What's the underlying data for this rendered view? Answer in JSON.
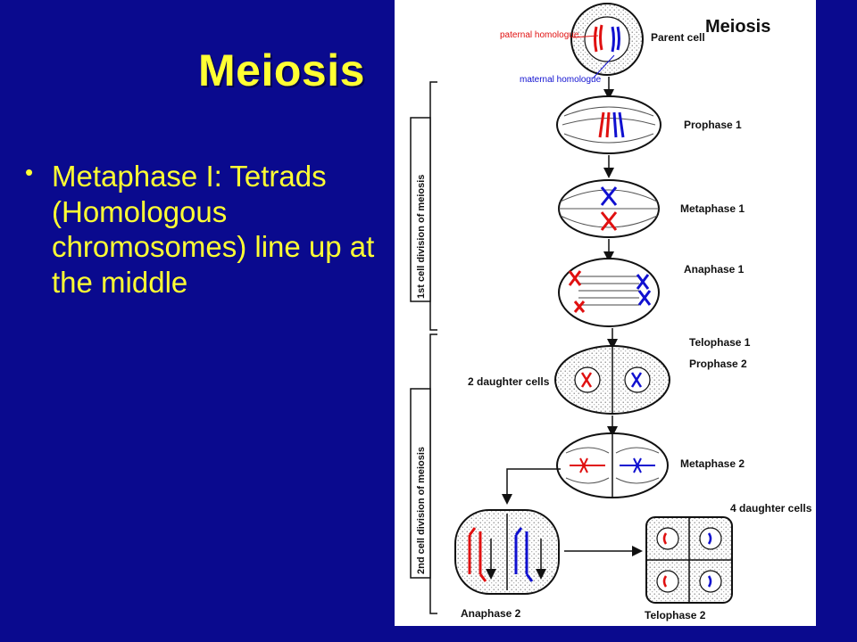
{
  "slide": {
    "title": "Meiosis",
    "bullets": [
      "Metaphase I: Tetrads (Homologous chromosomes) line up at the middle"
    ]
  },
  "diagram": {
    "title": "Meiosis",
    "parent_cell_label": "Parent cell",
    "paternal_label": "paternal homologue",
    "maternal_label": "maternal homologue",
    "stages": {
      "prophase1": "Prophase 1",
      "metaphase1": "Metaphase 1",
      "anaphase1": "Anaphase 1",
      "telophase1": "Telophase 1",
      "prophase2": "Prophase 2",
      "metaphase2": "Metaphase 2",
      "anaphase2": "Anaphase 2",
      "telophase2": "Telophase 2"
    },
    "two_daughter_cells": "2 daughter cells",
    "four_daughter_cells": "4 daughter cells",
    "first_division_label": "1st cell division of meiosis",
    "second_division_label": "2nd cell division of meiosis",
    "colors": {
      "paternal": "#e01010",
      "maternal": "#1010d0"
    }
  }
}
